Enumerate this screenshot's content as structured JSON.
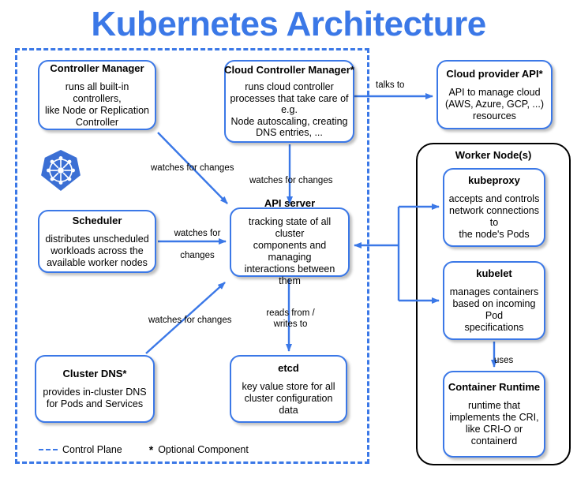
{
  "title": "Kubernetes Architecture",
  "control_plane": {
    "label": "Control Plane"
  },
  "worker_node": {
    "title": "Worker Node(s)"
  },
  "legend": {
    "control_plane_label": "Control Plane",
    "optional_star": "*",
    "optional_label": "Optional Component"
  },
  "colors": {
    "accent_blue": "#3b78e7",
    "node_border": "#3b78e7",
    "worker_border": "#000000",
    "text": "#000000",
    "background": "#ffffff",
    "k8s_logo": "#3b6fd4"
  },
  "nodes": {
    "controller_manager": {
      "title": "Controller Manager",
      "desc": "runs all built-in controllers,\nlike Node or Replication\nController"
    },
    "cloud_controller_manager": {
      "title": "Cloud Controller Manager*",
      "desc": "runs cloud controller\nprocesses that take care of\ne.g.\nNode autoscaling, creating\nDNS entries, ..."
    },
    "cloud_provider_api": {
      "title": "Cloud provider API*",
      "desc": "API to manage cloud\n(AWS, Azure, GCP, ...)\nresources"
    },
    "scheduler": {
      "title": "Scheduler",
      "desc": "distributes unscheduled\nworkloads across the\navailable worker nodes"
    },
    "api_server": {
      "title": "API server",
      "desc": "tracking state of all cluster\ncomponents and managing\ninteractions between them"
    },
    "cluster_dns": {
      "title": "Cluster DNS*",
      "desc": "provides in-cluster DNS\nfor Pods and Services"
    },
    "etcd": {
      "title": "etcd",
      "desc": "key value store for all\ncluster configuration data"
    },
    "kubeproxy": {
      "title": "kubeproxy",
      "desc": "accepts and controls\nnetwork connections to\nthe node's Pods"
    },
    "kubelet": {
      "title": "kubelet",
      "desc": "manages containers\nbased on incoming Pod\nspecifications"
    },
    "container_runtime": {
      "title": "Container Runtime",
      "desc": "runtime that\nimplements the CRI,\nlike CRI-O or\ncontainerd"
    }
  },
  "edges": {
    "talks_to": "talks to",
    "controller_manager_watches": "watches for changes",
    "cloud_controller_manager_watches": "watches for changes",
    "scheduler_watches": "watches for\n\nchanges",
    "cluster_dns_watches": "watches for changes",
    "api_server_etcd": "reads from /\nwrites to",
    "kubelet_uses": "uses"
  },
  "icons": {
    "kubernetes_logo": "kubernetes-helm-logo"
  }
}
